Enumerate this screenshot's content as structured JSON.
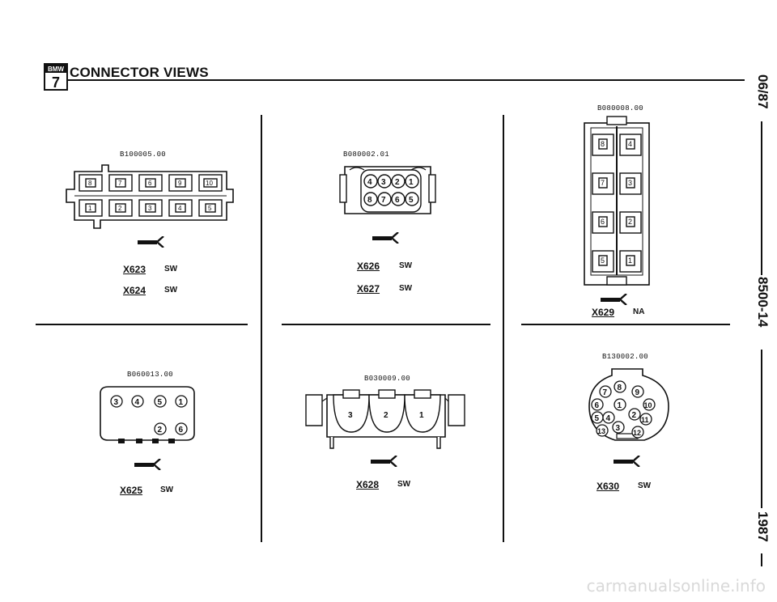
{
  "header": {
    "title": "CONNECTOR VIEWS",
    "logo_text": "BMW",
    "logo_number": "7"
  },
  "side_text": {
    "date": "06/87",
    "page": "8500-14",
    "year": "1987"
  },
  "watermark": "carmanualsonline.info",
  "connectors": [
    {
      "ref": "B100005.00",
      "ids": [
        {
          "id": "X623",
          "color": "SW"
        },
        {
          "id": "X624",
          "color": "SW"
        }
      ]
    },
    {
      "ref": "B080002.01",
      "ids": [
        {
          "id": "X626",
          "color": "SW"
        },
        {
          "id": "X627",
          "color": "SW"
        }
      ]
    },
    {
      "ref": "B080008.00",
      "ids": [
        {
          "id": "X629",
          "color": "NA"
        }
      ]
    },
    {
      "ref": "B060013.00",
      "ids": [
        {
          "id": "X625",
          "color": "SW"
        }
      ]
    },
    {
      "ref": "B030009.00",
      "ids": [
        {
          "id": "X628",
          "color": "SW"
        }
      ]
    },
    {
      "ref": "B130002.00",
      "ids": [
        {
          "id": "X630",
          "color": "SW"
        }
      ]
    }
  ]
}
